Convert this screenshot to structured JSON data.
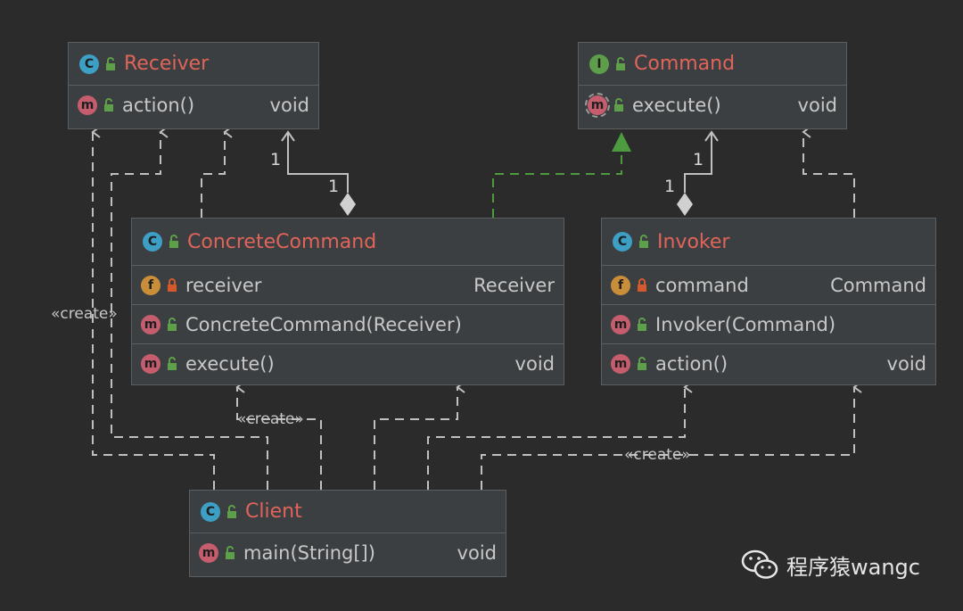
{
  "classes": {
    "receiver": {
      "kind": "C",
      "name": "Receiver",
      "members": [
        {
          "kind": "m",
          "name": "action()",
          "type": "void"
        }
      ]
    },
    "command": {
      "kind": "I",
      "name": "Command",
      "members": [
        {
          "kind": "m",
          "name": "execute()",
          "type": "void"
        }
      ]
    },
    "concrete_command": {
      "kind": "C",
      "name": "ConcreteCommand",
      "members": [
        {
          "kind": "f",
          "name": "receiver",
          "type": "Receiver"
        },
        {
          "kind": "m",
          "name": "ConcreteCommand(Receiver)",
          "type": ""
        },
        {
          "kind": "m",
          "name": "execute()",
          "type": "void"
        }
      ]
    },
    "invoker": {
      "kind": "C",
      "name": "Invoker",
      "members": [
        {
          "kind": "f",
          "name": "command",
          "type": "Command"
        },
        {
          "kind": "m",
          "name": "Invoker(Command)",
          "type": ""
        },
        {
          "kind": "m",
          "name": "action()",
          "type": "void"
        }
      ]
    },
    "client": {
      "kind": "C",
      "name": "Client",
      "members": [
        {
          "kind": "m",
          "name": "main(String[])",
          "type": "void"
        }
      ]
    }
  },
  "labels": {
    "create_left": "«create»",
    "create_mid": "«create»",
    "create_right": "«create»",
    "mult_receiver_top": "1",
    "mult_receiver_bottom": "1",
    "mult_command_top": "1",
    "mult_command_bottom": "1"
  },
  "watermark": {
    "text": "程序猿wangc",
    "icon": "wechat-icon"
  },
  "colors": {
    "background": "#2b2b2b",
    "box": "#3c3f41",
    "class_name": "#e0645a",
    "realization": "#4e9a3f",
    "dependency": "#c0c0c0"
  }
}
